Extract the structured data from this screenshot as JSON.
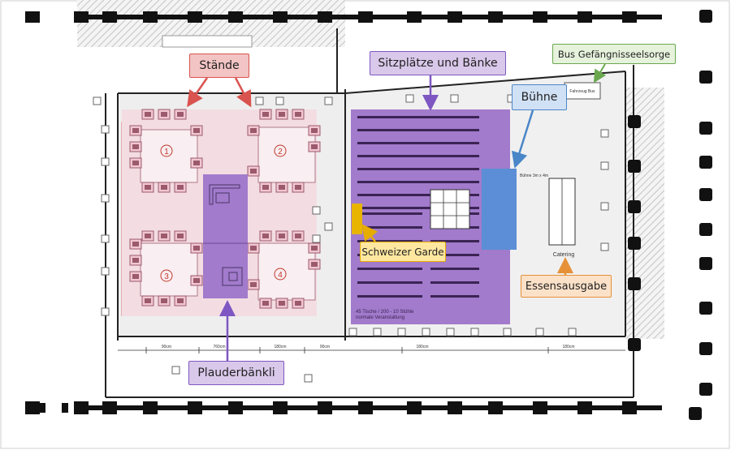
{
  "callouts": {
    "staende": "Stände",
    "sitzplaetze": "Sitzplätze und Bänke",
    "bus": "Bus Gefängnisseelsorge",
    "buehne": "Bühne",
    "garde": "Schweizer Garde",
    "essen": "Essensausgabe",
    "plauder": "Plauderbänkli"
  },
  "plan": {
    "stand_numbers": [
      "1",
      "2",
      "3",
      "4"
    ],
    "catering_label": "Catering",
    "bus_label": "Fahrzeug Bus",
    "stage_label": "Bühne 3m x 4m",
    "seating_note_line1": "45 Tische / 200 - 10 Stühle",
    "seating_note_line2": "normale Veranstaltung",
    "dimensions": [
      "90cm",
      "760cm",
      "180cm",
      "90cm",
      "180cm",
      "180cm"
    ]
  },
  "colors": {
    "pink_area": "#f3dde2",
    "stand_dark": "#9c5a6d",
    "purple": "#a27bcc",
    "stage_blue": "#5b8ed6",
    "guard_yellow": "#e8b400",
    "red_line": "#d9534f"
  }
}
